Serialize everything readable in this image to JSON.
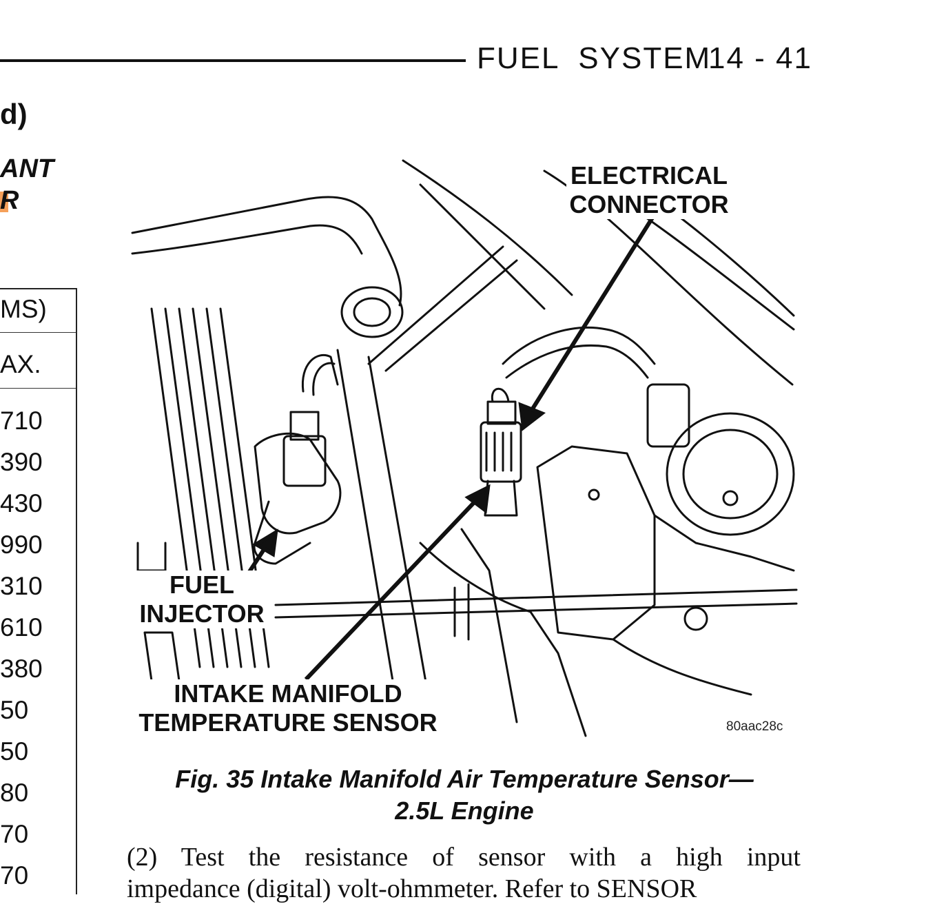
{
  "header": {
    "section": "FUEL  SYSTEM",
    "page": "14 - 41"
  },
  "left_fragments": {
    "heading_end": "d)",
    "subheading_line1": "ANT",
    "subheading_line2": "R"
  },
  "table": {
    "header_line1": "MS)",
    "header_line2": "AX.",
    "values": [
      "710",
      "390",
      "430",
      "990",
      "310",
      "610",
      "380",
      "50",
      "50",
      "80",
      "70",
      "70"
    ]
  },
  "figure": {
    "labels": {
      "electrical_connector_1": "ELECTRICAL",
      "electrical_connector_2": "CONNECTOR",
      "fuel_injector_1": "FUEL",
      "fuel_injector_2": "INJECTOR",
      "intake_sensor_1": "INTAKE MANIFOLD",
      "intake_sensor_2": "TEMPERATURE SENSOR"
    },
    "id": "80aac28c"
  },
  "caption": {
    "line1": "Fig. 35 Intake Manifold Air Temperature Sensor—",
    "line2": "2.5L Engine"
  },
  "body": {
    "line1": "(2)  Test the resistance of sensor with a high input",
    "line2": "impedance (digital) volt-ohmmeter. Refer to SENSOR"
  }
}
